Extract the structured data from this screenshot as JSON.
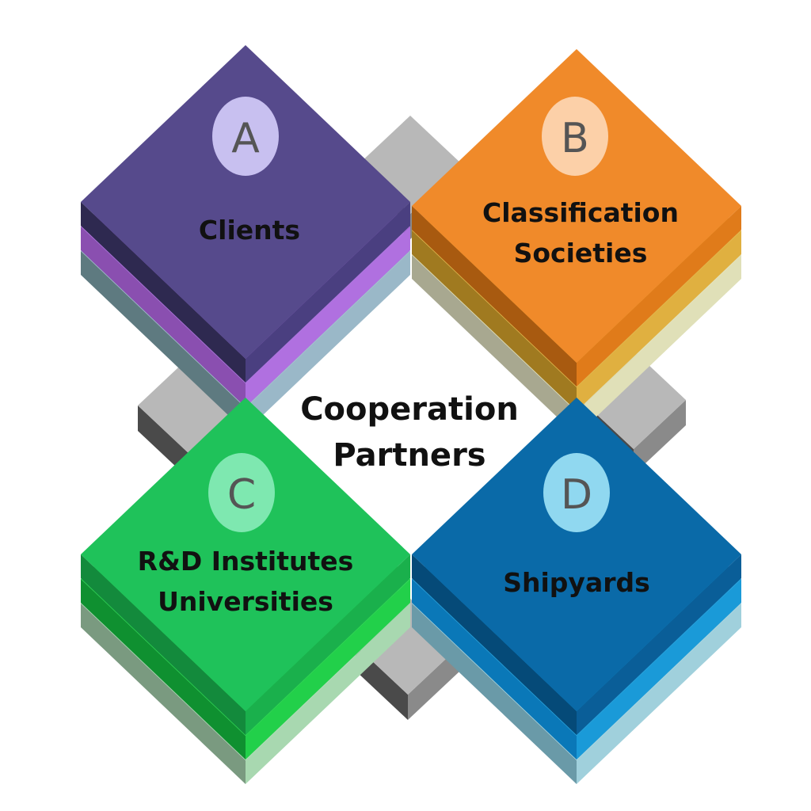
{
  "center_label": [
    "Cooperation",
    "Partners"
  ],
  "partners": [
    {
      "letter": "A",
      "label": [
        "Clients"
      ],
      "colors": {
        "top": "#564a8c",
        "l1": "#2e2950",
        "r1": "#4a3f80",
        "l2": "#8a4fb0",
        "r2": "#b070e0",
        "l3": "#5e7a80",
        "r3": "#9ab8c8",
        "badge": "#c8c0f0"
      }
    },
    {
      "letter": "B",
      "label": [
        "Classification",
        "Societies"
      ],
      "colors": {
        "top": "#f08a2a",
        "l1": "#a85a10",
        "r1": "#e07b1a",
        "l2": "#a07a20",
        "r2": "#e0b040",
        "l3": "#a8a890",
        "r3": "#e0e0b8",
        "badge": "#fcd0a8"
      }
    },
    {
      "letter": "C",
      "label": [
        "R&D Institutes",
        "Universities"
      ],
      "colors": {
        "top": "#1fc25a",
        "l1": "#138a3c",
        "r1": "#1ab04c",
        "l2": "#0f9030",
        "r2": "#22d04a",
        "l3": "#7a9a80",
        "r3": "#a8d8b0",
        "badge": "#7ee8b0"
      }
    },
    {
      "letter": "D",
      "label": [
        "Shipyards"
      ],
      "colors": {
        "top": "#0a6aa8",
        "l1": "#054a78",
        "r1": "#0a5e98",
        "l2": "#0a78b8",
        "r2": "#1a9ad8",
        "l3": "#6a9aa8",
        "r3": "#a0d0dc",
        "badge": "#90d8f0"
      }
    }
  ],
  "connector_colors": {
    "top": "#b8b8b8",
    "left": "#4a4a4a",
    "right": "#8a8a8a"
  }
}
